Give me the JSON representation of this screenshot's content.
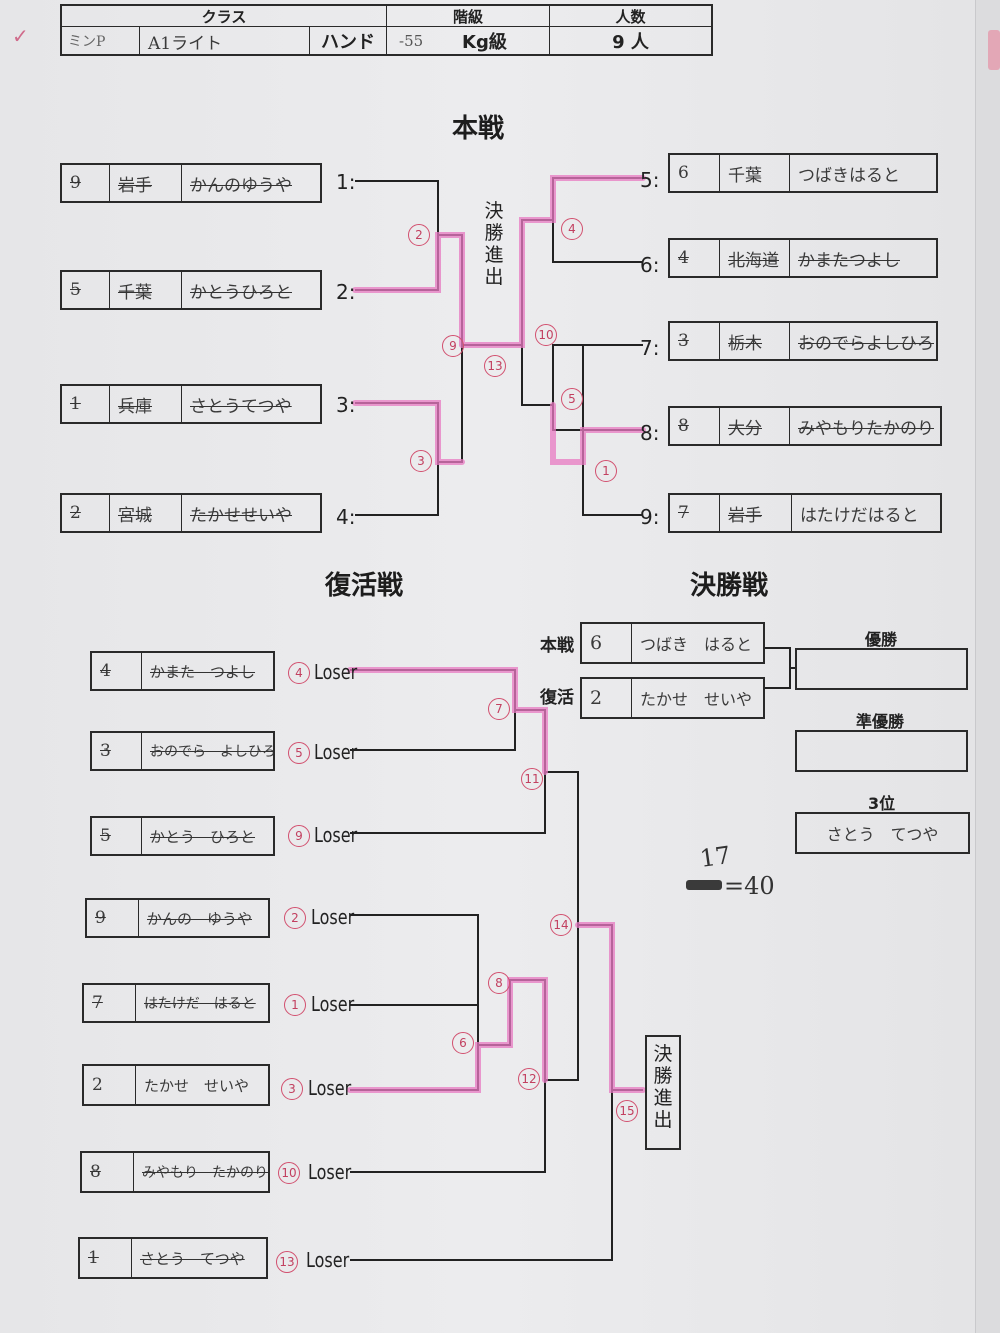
{
  "header": {
    "class_label": "クラス",
    "grade_label": "階級",
    "count_label": "人数",
    "class_code": "ミンP",
    "class_name": "A1ライト",
    "event": "ハンド",
    "weight_hand": "-55",
    "weight_unit": "Kg級",
    "count": "9 人",
    "check_mark": "✓"
  },
  "main": {
    "title": "本戦",
    "final_advance": "決勝進出",
    "left": [
      {
        "seed": "9",
        "pref": "岩手",
        "name": "かんのゆうや",
        "slot": "1:"
      },
      {
        "seed": "5",
        "pref": "千葉",
        "name": "かとうひろと",
        "slot": "2:"
      },
      {
        "seed": "1",
        "pref": "兵庫",
        "name": "さとうてつや",
        "slot": "3:"
      },
      {
        "seed": "2",
        "pref": "宮城",
        "name": "たかせせいや",
        "slot": "4:"
      }
    ],
    "right": [
      {
        "seed": "6",
        "pref": "千葉",
        "name": "つばきはると",
        "slot": "5:"
      },
      {
        "seed": "4",
        "pref": "北海道",
        "name": "かまたつよし",
        "slot": "6:"
      },
      {
        "seed": "3",
        "pref": "栃木",
        "name": "おのでらよしひろ",
        "slot": "7:"
      },
      {
        "seed": "8",
        "pref": "大分",
        "name": "みやもりたかのり",
        "slot": "8:"
      },
      {
        "seed": "7",
        "pref": "岩手",
        "name": "はたけだはると",
        "slot": "9:"
      }
    ],
    "match_numbers": [
      "2",
      "9",
      "3",
      "13",
      "4",
      "10",
      "5",
      "1"
    ]
  },
  "repechage": {
    "title": "復活戦",
    "final_advance": "決勝進出",
    "loser_label": "Loser",
    "entries": [
      {
        "seed": "4",
        "name": "かまた　つよし",
        "from": "4"
      },
      {
        "seed": "3",
        "name": "おのでら　よしひろ",
        "from": "5"
      },
      {
        "seed": "5",
        "name": "かとう　ひろと",
        "from": "9"
      },
      {
        "seed": "9",
        "name": "かんの　ゆうや",
        "from": "2"
      },
      {
        "seed": "7",
        "name": "はたけだ　はると",
        "from": "1"
      },
      {
        "seed": "2",
        "name": "たかせ　せいや",
        "from": "3"
      },
      {
        "seed": "8",
        "name": "みやもり　たかのり",
        "from": "10"
      },
      {
        "seed": "1",
        "name": "さとう　てつや",
        "from": "13"
      }
    ],
    "match_numbers": [
      "7",
      "11",
      "8",
      "6",
      "14",
      "12",
      "15"
    ]
  },
  "final": {
    "title": "決勝戦",
    "main_label": "本戦",
    "rep_label": "復活",
    "main_seed": "6",
    "main_name": "つばき　はると",
    "rep_seed": "2",
    "rep_name": "たかせ　せいや",
    "winner_label": "優勝",
    "runnerup_label": "準優勝",
    "third_label": "3位",
    "winner": "",
    "runnerup": "",
    "third": "さとう　てつや"
  },
  "note": {
    "line1": "17",
    "line2": "=40"
  }
}
